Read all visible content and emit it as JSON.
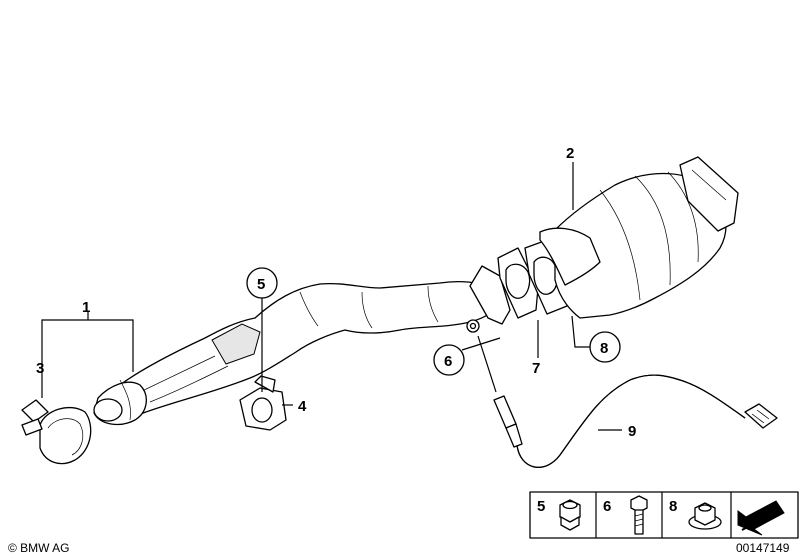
{
  "callouts": {
    "c1": "1",
    "c2": "2",
    "c3": "3",
    "c4": "4",
    "c5": "5",
    "c6": "6",
    "c7": "7",
    "c8": "8",
    "c9": "9"
  },
  "legend": {
    "items": [
      {
        "number": "5",
        "icon": "hex-nut-icon"
      },
      {
        "number": "6",
        "icon": "hex-bolt-icon"
      },
      {
        "number": "8",
        "icon": "flange-nut-icon"
      }
    ],
    "direction_icon": "arrow-icon"
  },
  "footer": {
    "copyright": "© BMW AG",
    "image_number": "00147149"
  }
}
